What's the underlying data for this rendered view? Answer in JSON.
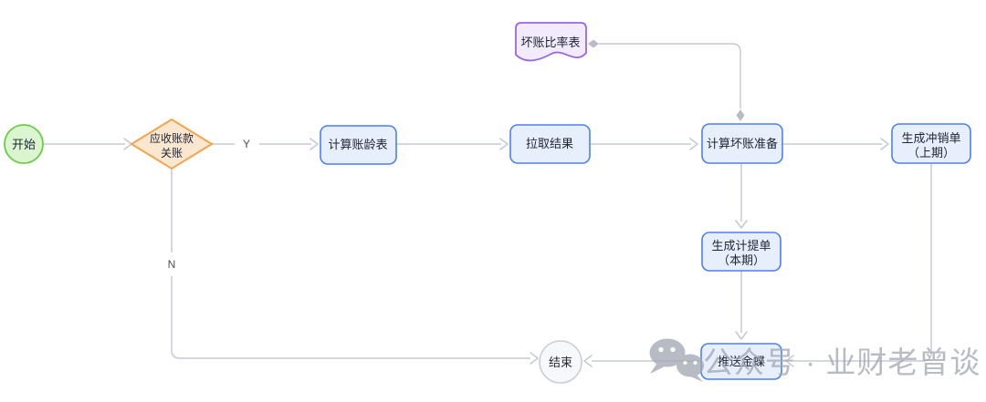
{
  "flowchart": {
    "nodes": {
      "start": {
        "label": "开始"
      },
      "decision_ar_closing": {
        "line1": "应收账款",
        "line2": "关账"
      },
      "calc_aging_table": {
        "label": "计算账龄表"
      },
      "fetch_result": {
        "label": "拉取结果"
      },
      "calc_bad_debt_provision": {
        "label": "计算坏账准备"
      },
      "bad_debt_ratio_doc": {
        "label": "坏账比率表"
      },
      "generate_writeoff": {
        "line1": "生成冲销单",
        "line2": "（上期）"
      },
      "generate_accrual": {
        "line1": "生成计提单",
        "line2": "（本期）"
      },
      "push_kingdee": {
        "label": "推送金蝶"
      },
      "end": {
        "label": "结束"
      }
    },
    "edge_labels": {
      "yes": "Y",
      "no": "N"
    }
  },
  "watermark": {
    "text": "公众号 · 业财老曾谈",
    "icon": "wechat-icon"
  },
  "colors": {
    "process_fill": "#e7effd",
    "process_border": "#4d7ff1",
    "start_fill": "#daf5d0",
    "start_border": "#6ecb47",
    "decision_fill": "#fbe7d0",
    "decision_border": "#f2a44c",
    "document_fill": "#f2eafd",
    "document_border": "#9a66e8",
    "end_fill": "#f7f8fa",
    "end_border": "#c9ced6",
    "connector": "#c5cad2",
    "watermark": "#a3a9b3",
    "text": "#1f2430"
  }
}
